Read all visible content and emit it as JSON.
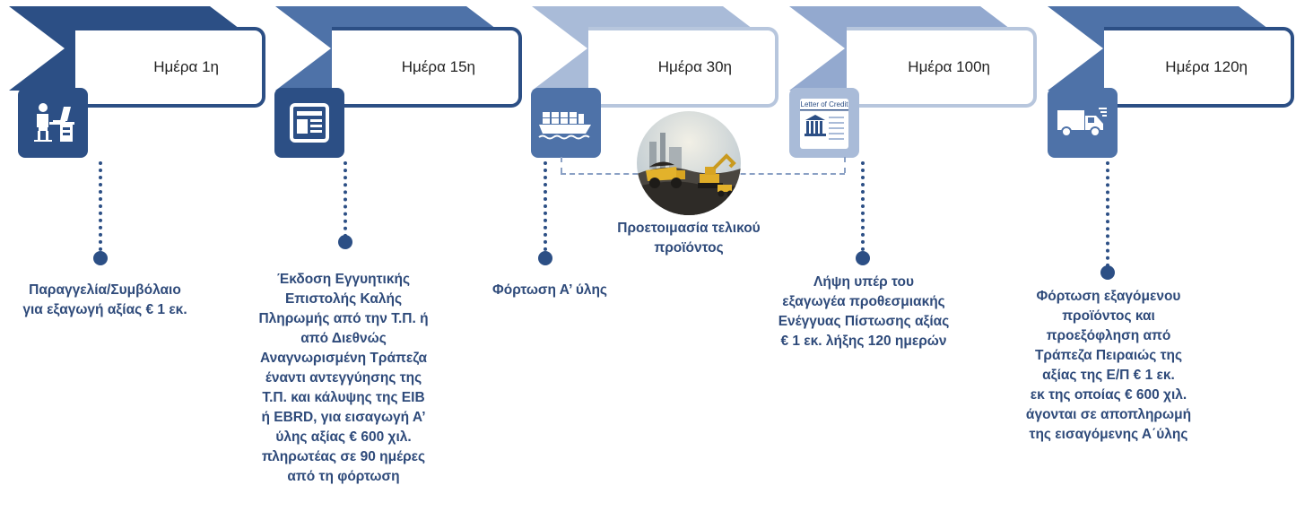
{
  "colors": {
    "dark_navy": "#2c4f85",
    "mid_blue": "#4e72a8",
    "light_blue": "#a9bbd8",
    "text": "#2e4a7a"
  },
  "milestones": [
    {
      "day": "Ημέρα 1η",
      "icon": "desk-worker-icon",
      "description": "Παραγγελία/Συμβόλαιο\nγια εξαγωγή αξίας € 1 εκ."
    },
    {
      "day": "Ημέρα 15η",
      "icon": "document-icon",
      "description": "Έκδοση Εγγυητικής\nΕπιστολής Καλής\nΠληρωμής από την Τ.Π. ή\nαπό Διεθνώς\nΑναγνωρισμένη Τράπεζα\nέναντι αντεγγύησης της\nΤ.Π. και κάλυψης της EIB\nή EBRD, για εισαγωγή Α’\nύλης αξίας € 600 χιλ.\nπληρωτέας σε 90 ημέρες\nαπό τη φόρτωση"
    },
    {
      "day": "Ημέρα 30η",
      "icon": "cargo-ship-icon",
      "description": "Φόρτωση Α’ ύλης"
    },
    {
      "day": "Ημέρα 100η",
      "icon": "letter-of-credit-icon",
      "icon_text": "Letter of Credit",
      "description": "Λήψη υπέρ του\nεξαγωγέα  προθεσμιακής\nΕνέγγυας Πίστωσης αξίας\n€ 1 εκ. λήξης 120 ημερών"
    },
    {
      "day": "Ημέρα 120η",
      "icon": "delivery-truck-icon",
      "description": "Φόρτωση εξαγόμενου\nπροϊόντος και\nπροεξόφληση από\nΤράπεζα Πειραιώς  της\nαξίας  της Ε/Π € 1 εκ.\nεκ της οποίας € 600 χιλ.\nάγονται  σε αποπληρωμή\nτης εισαγόμενης Α΄ύλης"
    }
  ],
  "production_step": {
    "label": "Προετοιμασία τελικού\nπροϊόντος",
    "icon": "mining-trucks-icon"
  }
}
